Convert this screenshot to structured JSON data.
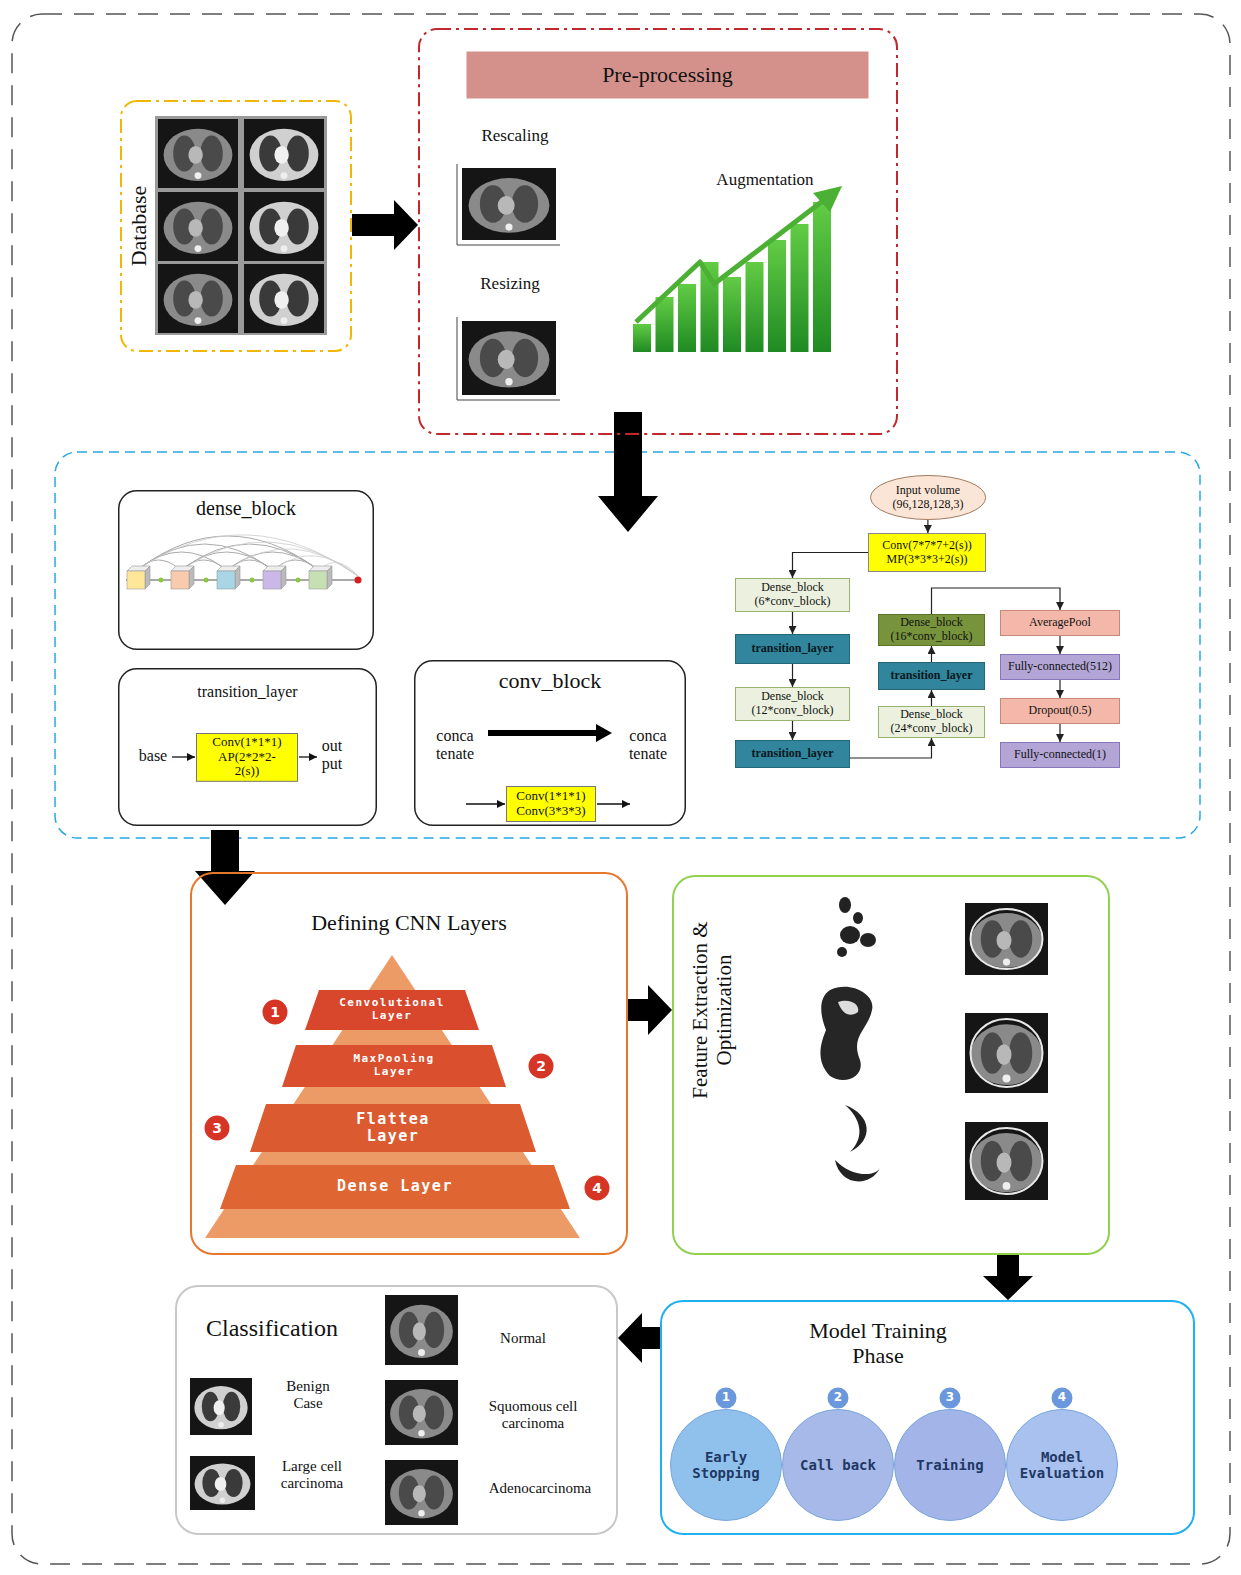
{
  "diagram": {
    "nodes": [
      {
        "text": [
          "Database"
        ]
      },
      {
        "text": [
          "Rescaling",
          "Resizing",
          "Augmentation"
        ]
      },
      {
        "text": [
          "Pre-processing"
        ],
        "in": 1
      },
      {
        "text": [
          "dense_block"
        ]
      },
      {
        "text": [
          "transition_layer",
          "base",
          "out put"
        ]
      },
      {
        "text": [
          "Conv(1*1*1) AP(2*2*2-2(s))"
        ],
        "in": 4
      },
      {
        "text": [
          "conv_block",
          "conca tenate",
          "conca tenate"
        ]
      },
      {
        "text": [
          "Conv(1*1*1) Conv(3*3*3)"
        ],
        "in": 6
      },
      {
        "text": [
          "Input volume (96,128,128,3)"
        ]
      },
      {
        "text": [
          "Conv(7*7*7+2(s)) MP(3*3*3+2(s))"
        ]
      },
      {
        "text": [
          "Dense_block (6*conv_block)"
        ]
      },
      {
        "text": [
          "transition_layer"
        ]
      },
      {
        "text": [
          "Dense_block (12*conv_block)"
        ]
      },
      {
        "text": [
          "transition_layer"
        ]
      },
      {
        "text": [
          "Dense_block (24*conv_block)"
        ]
      },
      {
        "text": [
          "transition_layer"
        ]
      },
      {
        "text": [
          "Dense_block (16*conv_block)"
        ]
      },
      {
        "text": [
          "AveragePool"
        ]
      },
      {
        "text": [
          "Fully-connected(512)"
        ]
      },
      {
        "text": [
          "Dropout(0.5)"
        ]
      },
      {
        "text": [
          "Fully-connected(1)"
        ]
      },
      {
        "text": [
          "Defining CNN Layers"
        ]
      },
      {
        "text": [
          "Cenvolutional Layer"
        ],
        "in": 21
      },
      {
        "text": [
          "1"
        ],
        "in": 21
      },
      {
        "text": [
          "MaxPooling Layer"
        ],
        "in": 21
      },
      {
        "text": [
          "2"
        ],
        "in": 21
      },
      {
        "text": [
          "Flattea Layer"
        ],
        "in": 21
      },
      {
        "text": [
          "3"
        ],
        "in": 21
      },
      {
        "text": [
          "Dense Layer"
        ],
        "in": 21
      },
      {
        "text": [
          "4"
        ],
        "in": 21
      },
      {
        "text": [
          "Feature Extraction & Optimization"
        ]
      },
      {
        "text": [
          "Classification",
          "Normal",
          "Benign Case",
          "Squomous cell carcinoma",
          "Large cell carcinoma",
          "Adenocarcinoma"
        ]
      },
      {
        "text": [
          "Model Training Phase"
        ]
      },
      {
        "text": [
          "1"
        ],
        "in": 32
      },
      {
        "text": [
          "Early Stopping"
        ],
        "in": 32
      },
      {
        "text": [
          "2"
        ],
        "in": 32
      },
      {
        "text": [
          "Call back"
        ],
        "in": 32
      },
      {
        "text": [
          "3"
        ],
        "in": 32
      },
      {
        "text": [
          "Training"
        ],
        "in": 32
      },
      {
        "text": [
          "4"
        ],
        "in": 32
      },
      {
        "text": [
          "Model Evaluation"
        ],
        "in": 32
      }
    ],
    "edges": [
      {
        "from": 0,
        "to": 1,
        "arrow": "to"
      },
      {
        "from": 8,
        "to": 9,
        "arrow": "to"
      },
      {
        "from": 9,
        "to": 10,
        "arrow": "to"
      },
      {
        "from": 10,
        "to": 11,
        "arrow": "to"
      },
      {
        "from": 11,
        "to": 12,
        "arrow": "to"
      },
      {
        "from": 12,
        "to": 13,
        "arrow": "to"
      },
      {
        "from": 13,
        "to": 14,
        "arrow": "to"
      },
      {
        "from": 14,
        "to": 15,
        "arrow": "to"
      },
      {
        "from": 15,
        "to": 16,
        "arrow": "to"
      },
      {
        "from": 16,
        "to": 17,
        "arrow": "to"
      },
      {
        "from": 17,
        "to": 18,
        "arrow": "to"
      },
      {
        "from": 18,
        "to": 19,
        "arrow": "to"
      },
      {
        "from": 19,
        "to": 20,
        "arrow": "to"
      },
      {
        "from": 21,
        "to": 30,
        "arrow": "to"
      },
      {
        "from": 30,
        "to": 32,
        "arrow": "to"
      },
      {
        "from": 32,
        "to": 31,
        "arrow": "to"
      }
    ]
  }
}
